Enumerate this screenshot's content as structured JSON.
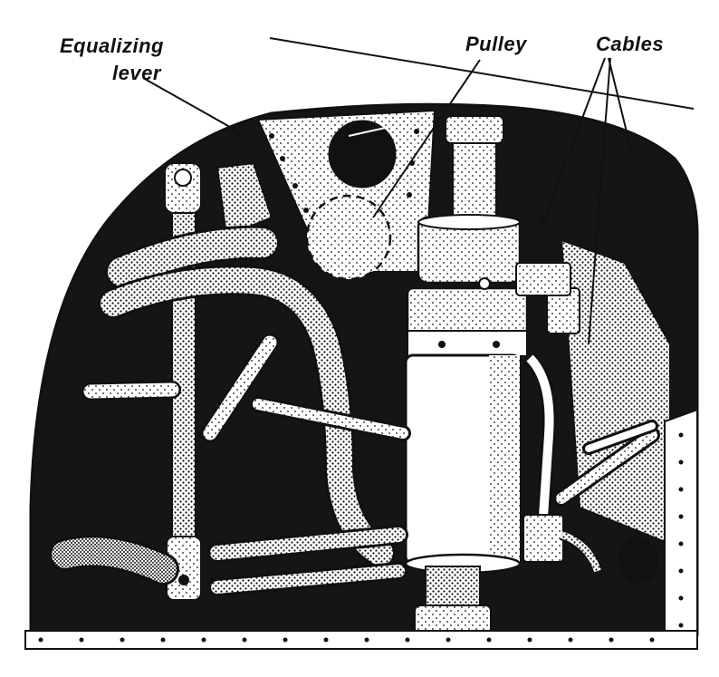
{
  "labels": {
    "equalizing_lever_line1": "Equalizing",
    "equalizing_lever_line2": "lever",
    "pulley": "Pulley",
    "cables": "Cables"
  },
  "colors": {
    "ink": "#111111",
    "paper": "#ffffff",
    "shade": "#1a1a1a"
  }
}
